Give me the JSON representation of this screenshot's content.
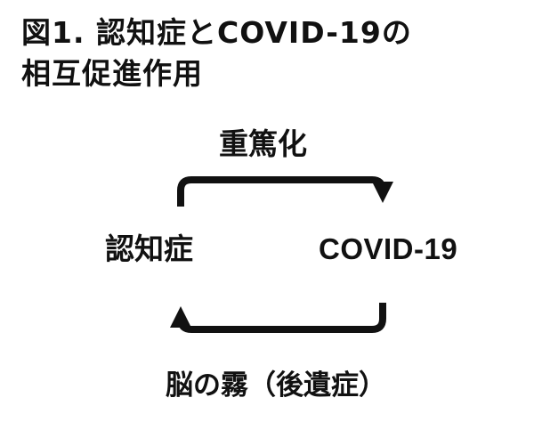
{
  "title": {
    "line1": "図1. 認知症とCOVID-19の",
    "line2": "相互促進作用"
  },
  "nodes": {
    "left": "認知症",
    "right": "COVID-19"
  },
  "edges": {
    "top": "重篤化",
    "bottom": "脳の霧（後遺症）"
  },
  "colors": {
    "ink": "#111111",
    "background": "#ffffff"
  }
}
